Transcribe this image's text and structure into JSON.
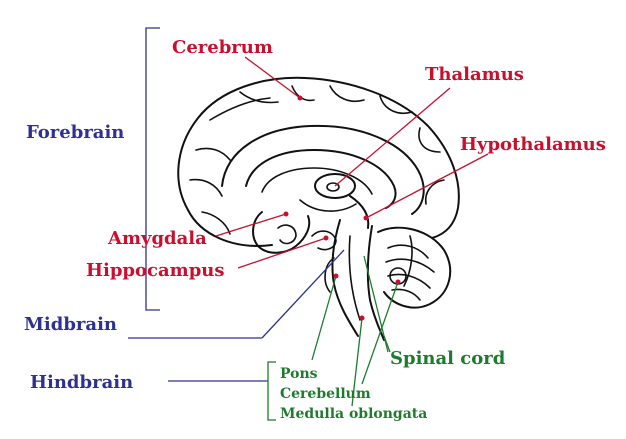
{
  "labels": {
    "cerebrum": "Cerebrum",
    "thalamus": "Thalamus",
    "hypothalamus": "Hypothalamus",
    "amygdala": "Amygdala",
    "hippocampus": "Hippocampus",
    "forebrain": "Forebrain",
    "midbrain": "Midbrain",
    "hindbrain": "Hindbrain",
    "spinal_cord": "Spinal cord",
    "pons": "Pons",
    "cerebellum": "Cerebellum",
    "medulla_oblongata": "Medulla oblongata"
  },
  "colors": {
    "structure_label": "#c8102e",
    "region_label": "#2e3192",
    "hindbrain_part_label": "#1e7b2e",
    "outline": "#111111"
  }
}
